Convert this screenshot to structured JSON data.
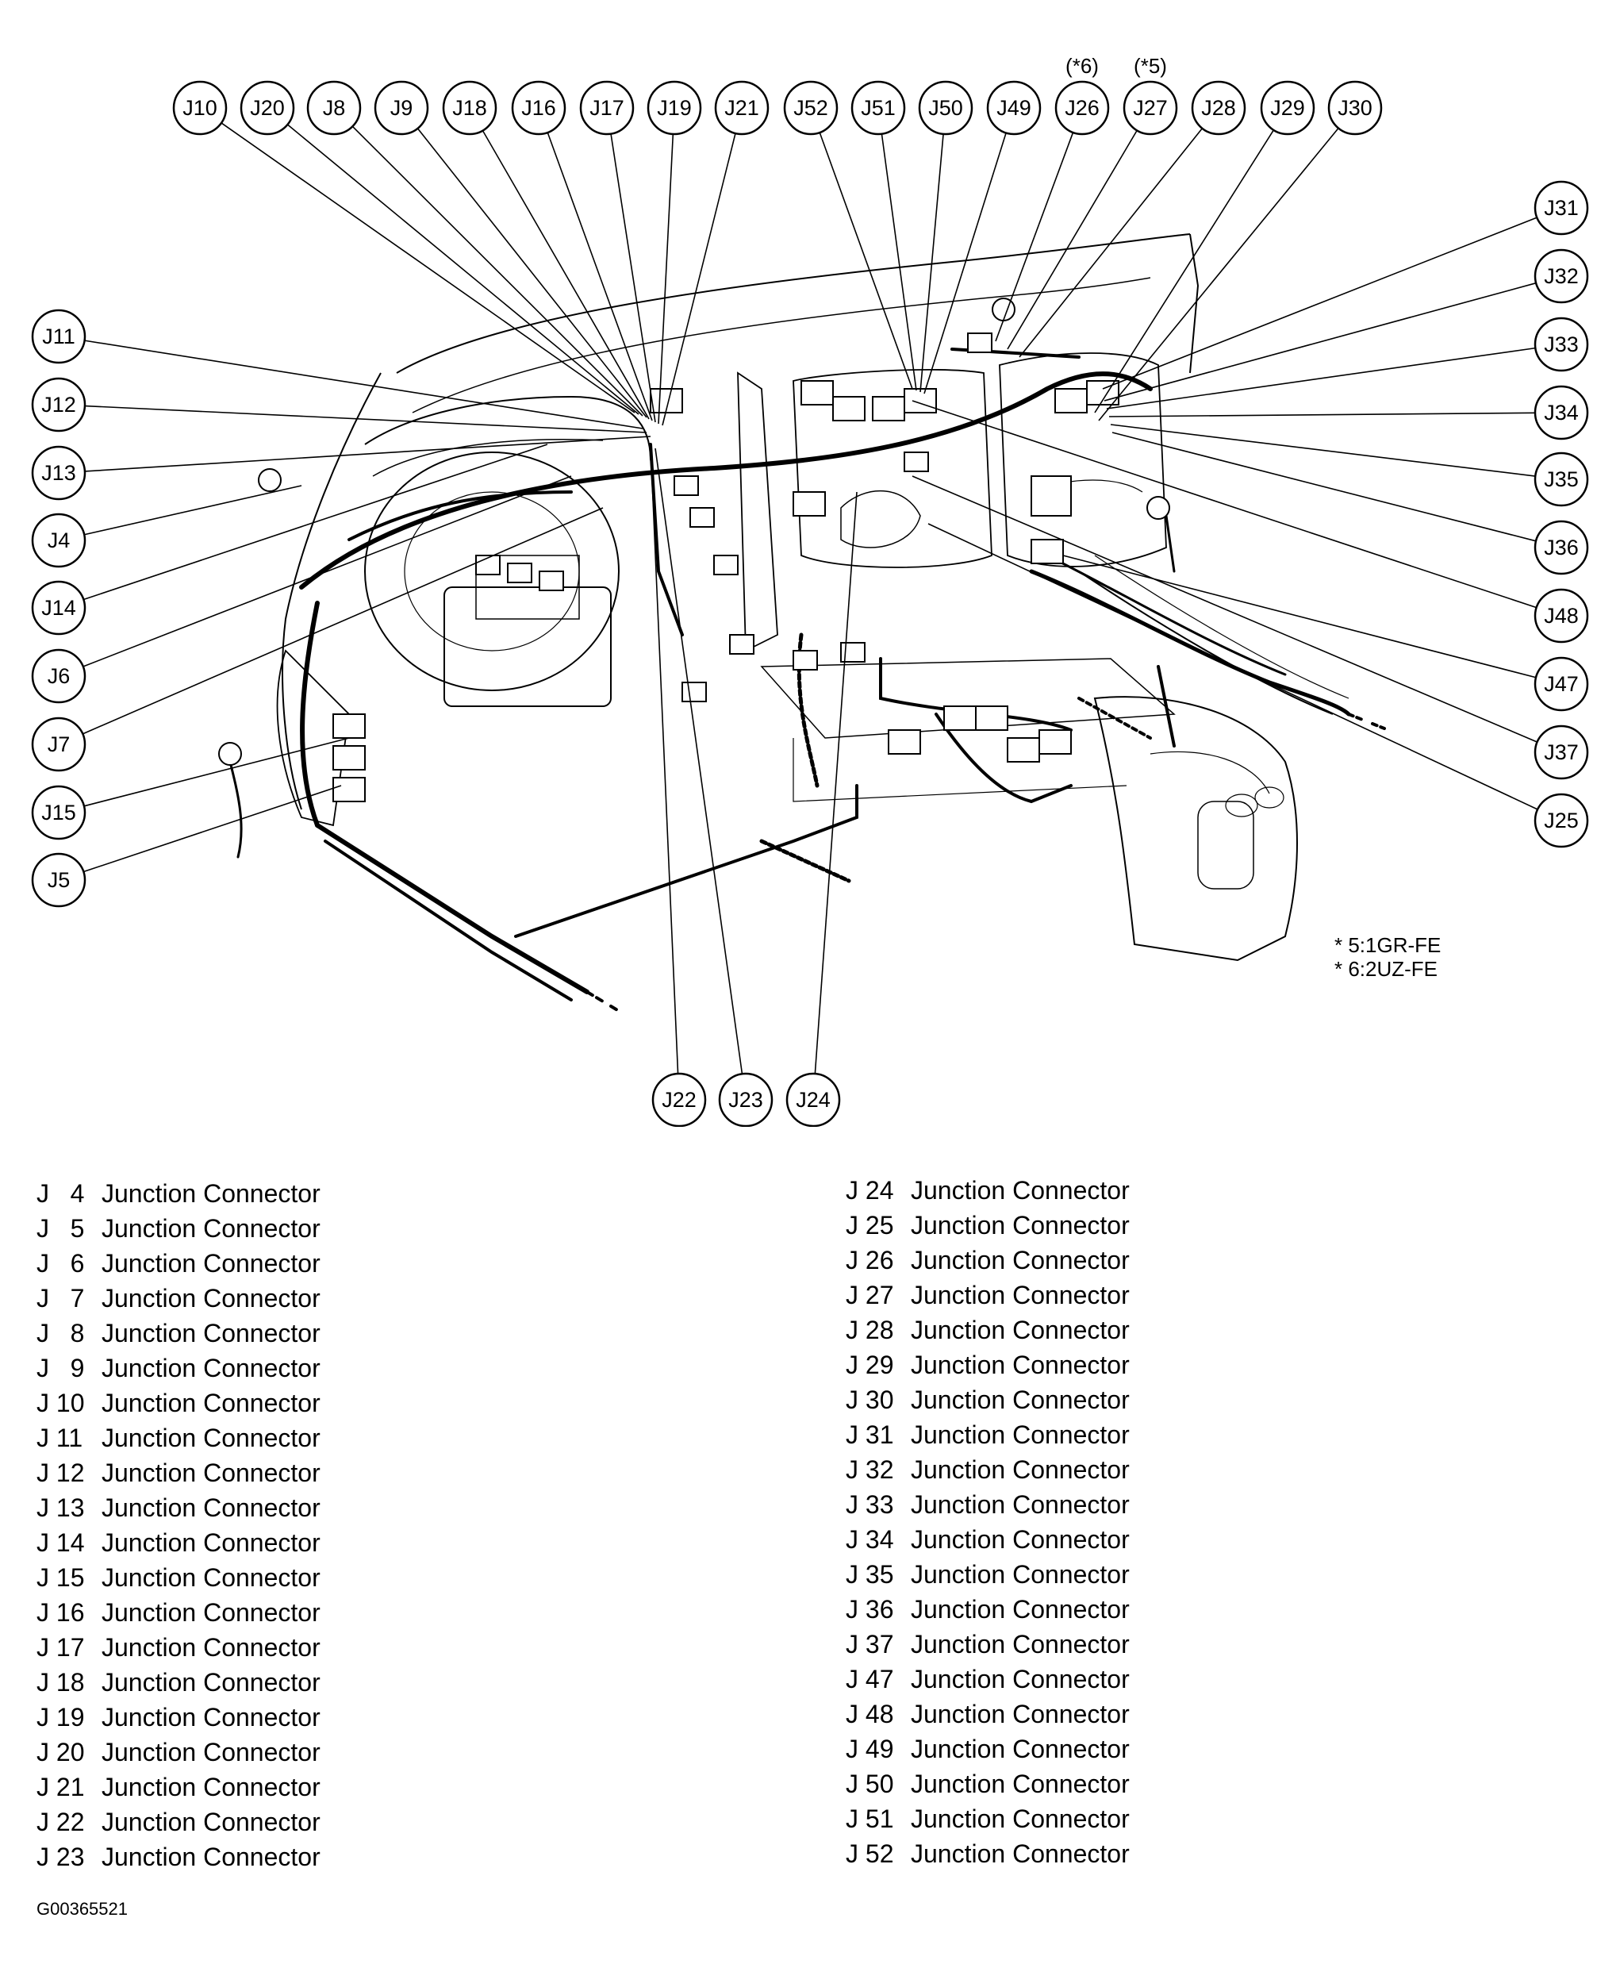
{
  "callouts": [
    {
      "id": "J10",
      "label": "J10"
    },
    {
      "id": "J20",
      "label": "J20"
    },
    {
      "id": "J8",
      "label": "J8"
    },
    {
      "id": "J9",
      "label": "J9"
    },
    {
      "id": "J18",
      "label": "J18"
    },
    {
      "id": "J16",
      "label": "J16"
    },
    {
      "id": "J17",
      "label": "J17"
    },
    {
      "id": "J19",
      "label": "J19"
    },
    {
      "id": "J21",
      "label": "J21"
    },
    {
      "id": "J52",
      "label": "J52"
    },
    {
      "id": "J51",
      "label": "J51"
    },
    {
      "id": "J50",
      "label": "J50"
    },
    {
      "id": "J49",
      "label": "J49"
    },
    {
      "id": "J26",
      "label": "J26",
      "note": "(*6)"
    },
    {
      "id": "J27",
      "label": "J27",
      "note": "(*5)"
    },
    {
      "id": "J28",
      "label": "J28"
    },
    {
      "id": "J29",
      "label": "J29"
    },
    {
      "id": "J30",
      "label": "J30"
    },
    {
      "id": "J11",
      "label": "J11"
    },
    {
      "id": "J12",
      "label": "J12"
    },
    {
      "id": "J13",
      "label": "J13"
    },
    {
      "id": "J4",
      "label": "J4"
    },
    {
      "id": "J14",
      "label": "J14"
    },
    {
      "id": "J6",
      "label": "J6"
    },
    {
      "id": "J7",
      "label": "J7"
    },
    {
      "id": "J15",
      "label": "J15"
    },
    {
      "id": "J5",
      "label": "J5"
    },
    {
      "id": "J31",
      "label": "J31"
    },
    {
      "id": "J32",
      "label": "J32"
    },
    {
      "id": "J33",
      "label": "J33"
    },
    {
      "id": "J34",
      "label": "J34"
    },
    {
      "id": "J35",
      "label": "J35"
    },
    {
      "id": "J36",
      "label": "J36"
    },
    {
      "id": "J48",
      "label": "J48"
    },
    {
      "id": "J47",
      "label": "J47"
    },
    {
      "id": "J37",
      "label": "J37"
    },
    {
      "id": "J25",
      "label": "J25"
    },
    {
      "id": "J22",
      "label": "J22"
    },
    {
      "id": "J23",
      "label": "J23"
    },
    {
      "id": "J24",
      "label": "J24"
    }
  ],
  "notes": [
    "* 5:1GR-FE",
    "* 6:2UZ-FE"
  ],
  "legend_left": [
    {
      "code": "J   4",
      "desc": "Junction Connector"
    },
    {
      "code": "J   5",
      "desc": "Junction Connector"
    },
    {
      "code": "J   6",
      "desc": "Junction Connector"
    },
    {
      "code": "J   7",
      "desc": "Junction Connector"
    },
    {
      "code": "J   8",
      "desc": "Junction Connector"
    },
    {
      "code": "J   9",
      "desc": "Junction Connector"
    },
    {
      "code": "J 10",
      "desc": "Junction Connector"
    },
    {
      "code": "J 11",
      "desc": "Junction Connector"
    },
    {
      "code": "J 12",
      "desc": "Junction Connector"
    },
    {
      "code": "J 13",
      "desc": "Junction Connector"
    },
    {
      "code": "J 14",
      "desc": "Junction Connector"
    },
    {
      "code": "J 15",
      "desc": "Junction Connector"
    },
    {
      "code": "J 16",
      "desc": "Junction Connector"
    },
    {
      "code": "J 17",
      "desc": "Junction Connector"
    },
    {
      "code": "J 18",
      "desc": "Junction Connector"
    },
    {
      "code": "J 19",
      "desc": "Junction Connector"
    },
    {
      "code": "J 20",
      "desc": "Junction Connector"
    },
    {
      "code": "J 21",
      "desc": "Junction Connector"
    },
    {
      "code": "J 22",
      "desc": "Junction Connector"
    },
    {
      "code": "J 23",
      "desc": "Junction Connector"
    }
  ],
  "legend_right": [
    {
      "code": "J 24",
      "desc": "Junction Connector"
    },
    {
      "code": "J 25",
      "desc": "Junction Connector"
    },
    {
      "code": "J 26",
      "desc": "Junction Connector"
    },
    {
      "code": "J 27",
      "desc": "Junction Connector"
    },
    {
      "code": "J 28",
      "desc": "Junction Connector"
    },
    {
      "code": "J 29",
      "desc": "Junction Connector"
    },
    {
      "code": "J 30",
      "desc": "Junction Connector"
    },
    {
      "code": "J 31",
      "desc": "Junction Connector"
    },
    {
      "code": "J 32",
      "desc": "Junction Connector"
    },
    {
      "code": "J 33",
      "desc": "Junction Connector"
    },
    {
      "code": "J 34",
      "desc": "Junction Connector"
    },
    {
      "code": "J 35",
      "desc": "Junction Connector"
    },
    {
      "code": "J 36",
      "desc": "Junction Connector"
    },
    {
      "code": "J 37",
      "desc": "Junction Connector"
    },
    {
      "code": "J 47",
      "desc": "Junction Connector"
    },
    {
      "code": "J 48",
      "desc": "Junction Connector"
    },
    {
      "code": "J 49",
      "desc": "Junction Connector"
    },
    {
      "code": "J 50",
      "desc": "Junction Connector"
    },
    {
      "code": "J 51",
      "desc": "Junction Connector"
    },
    {
      "code": "J 52",
      "desc": "Junction Connector"
    }
  ],
  "figure_code": "G00365521"
}
